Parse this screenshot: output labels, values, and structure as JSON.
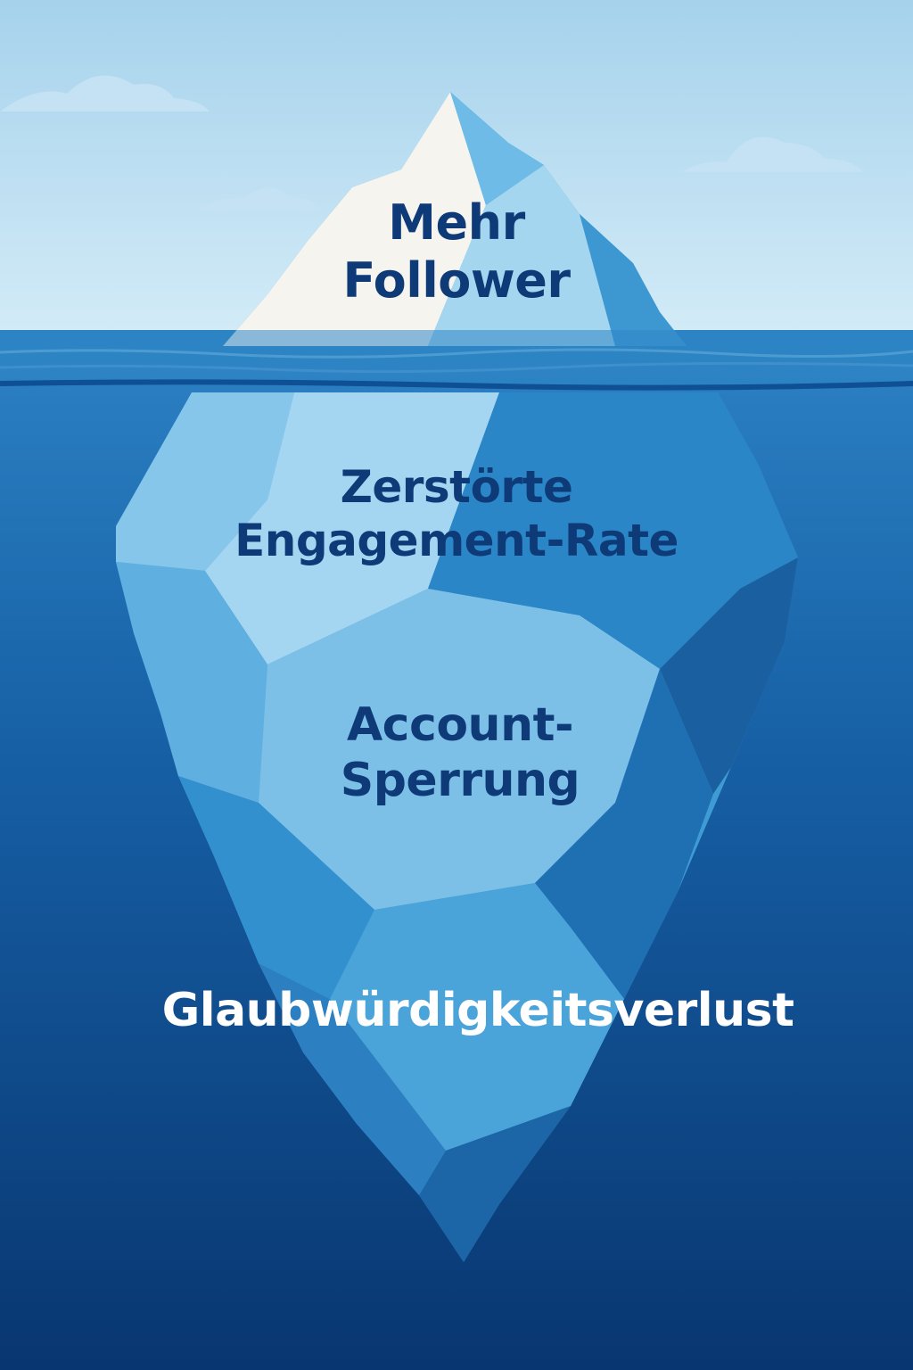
{
  "colors": {
    "sky_top": "#a6d2ec",
    "sky_bottom": "#d2ebf7",
    "water_top": "#2c82c4",
    "water_bottom": "#083670",
    "text_dark": "#0f3a78",
    "text_light": "#ffffff"
  },
  "iceberg": {
    "tip": {
      "line1": "Mehr",
      "line2": "Follower"
    },
    "level1": {
      "line1": "Zerstörte",
      "line2": "Engagement-Rate"
    },
    "level2": {
      "line1": "Account-",
      "line2": "Sperrung"
    },
    "level3": {
      "line1": "Glaubwürdigkeitsverlust"
    }
  }
}
